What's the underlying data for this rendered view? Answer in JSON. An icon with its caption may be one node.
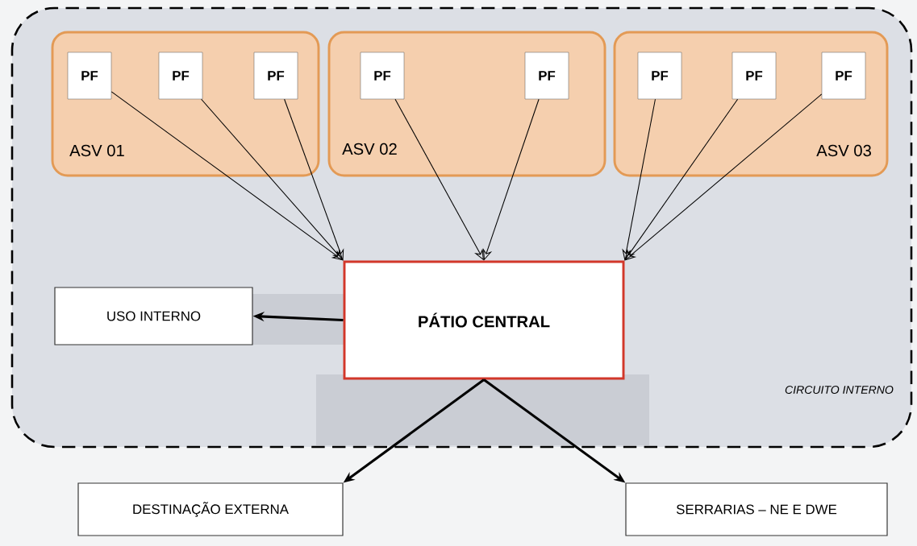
{
  "diagram": {
    "nodes": [
      {
        "text": [
          "CIRCUITO INTERNO"
        ]
      },
      {
        "text": [
          "ASV 01"
        ],
        "in": 0
      },
      {
        "text": [
          "PF"
        ],
        "in": 1
      },
      {
        "text": [
          "PF"
        ],
        "in": 1
      },
      {
        "text": [
          "PF"
        ],
        "in": 1
      },
      {
        "text": [
          "ASV 02"
        ],
        "in": 0
      },
      {
        "text": [
          "PF"
        ],
        "in": 5
      },
      {
        "text": [
          "PF"
        ],
        "in": 5
      },
      {
        "text": [
          "ASV 03"
        ],
        "in": 0
      },
      {
        "text": [
          "PF"
        ],
        "in": 8
      },
      {
        "text": [
          "PF"
        ],
        "in": 8
      },
      {
        "text": [
          "PF"
        ],
        "in": 8
      },
      {
        "text": [
          "PÁTIO CENTRAL"
        ],
        "in": 0
      },
      {
        "text": [
          "USO INTERNO"
        ],
        "in": 0
      },
      {
        "text": [
          "DESTINAÇÃO EXTERNA"
        ]
      },
      {
        "text": [
          "SERRARIAS – NE E DWE"
        ]
      }
    ],
    "edges": [
      {
        "from": 2,
        "to": 12,
        "arrow": "to"
      },
      {
        "from": 3,
        "to": 12,
        "arrow": "to"
      },
      {
        "from": 4,
        "to": 12,
        "arrow": "to"
      },
      {
        "from": 6,
        "to": 12,
        "arrow": "to"
      },
      {
        "from": 7,
        "to": 12,
        "arrow": "to"
      },
      {
        "from": 9,
        "to": 12,
        "arrow": "to"
      },
      {
        "from": 10,
        "to": 12,
        "arrow": "to"
      },
      {
        "from": 11,
        "to": 12,
        "arrow": "to"
      },
      {
        "from": 12,
        "to": 13,
        "arrow": "to",
        "style": "thick"
      },
      {
        "from": 12,
        "to": 14,
        "arrow": "to",
        "style": "thick"
      },
      {
        "from": 12,
        "to": 15,
        "arrow": "to",
        "style": "thick"
      }
    ]
  }
}
